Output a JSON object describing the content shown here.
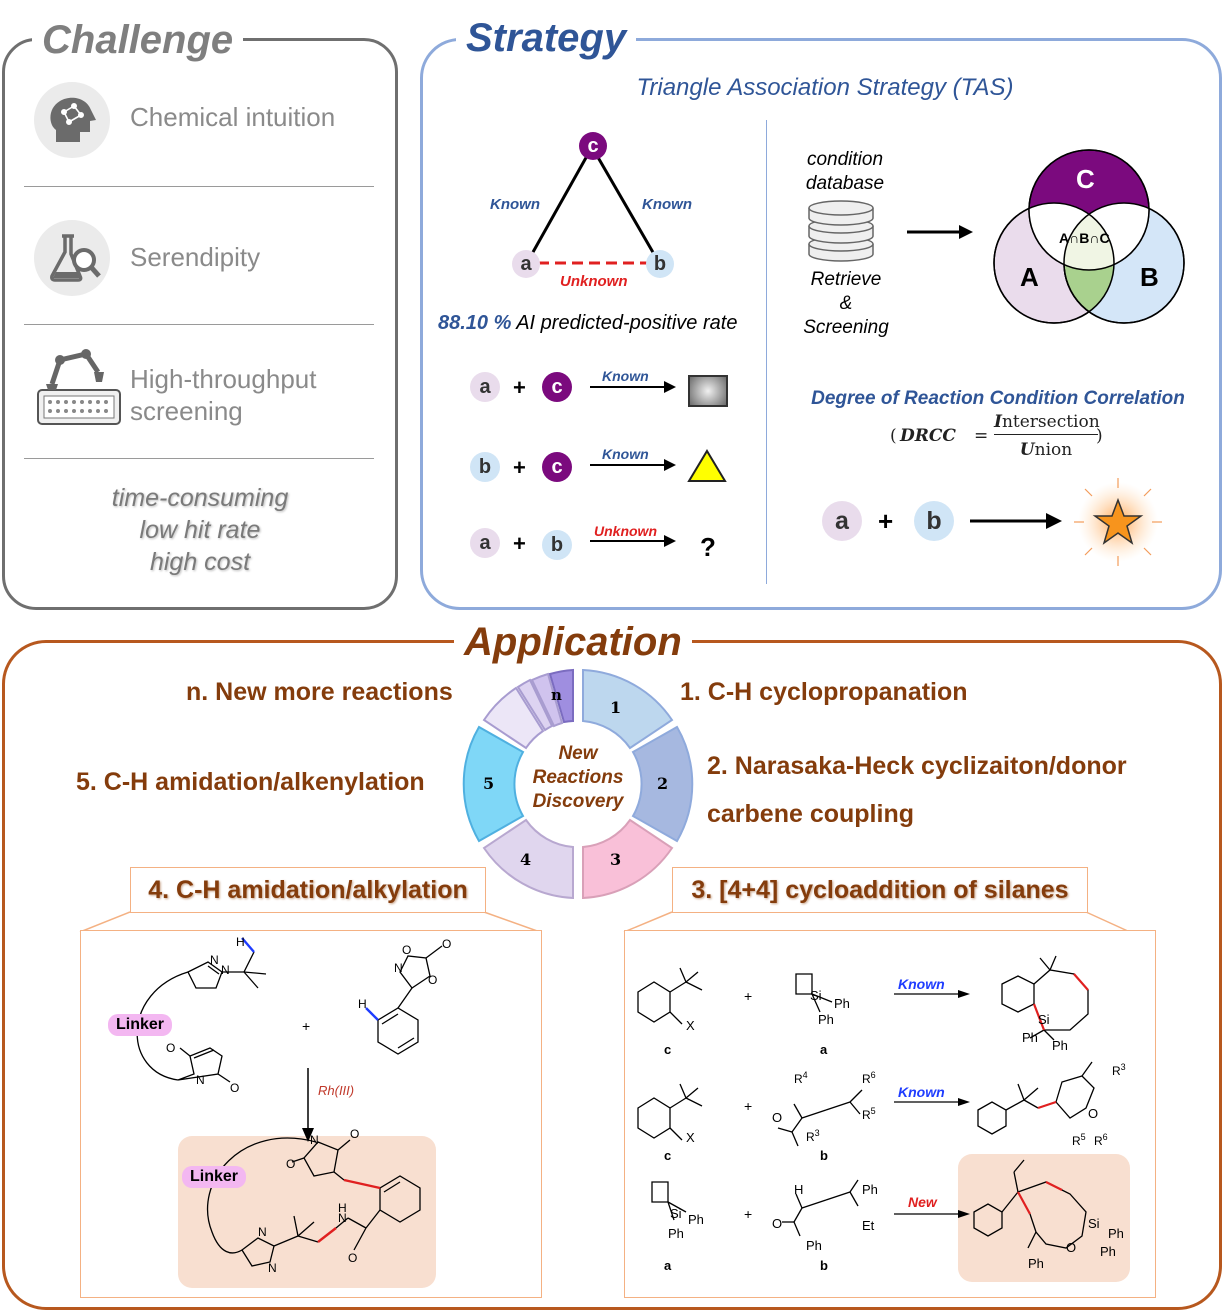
{
  "challenge": {
    "title": "Challenge",
    "items": [
      {
        "label": "Chemical intuition",
        "icon": "brain-icon"
      },
      {
        "label": "Serendipity",
        "icon": "flask-magnifier-icon"
      },
      {
        "label_line1": "High-throughput",
        "label_line2": "screening",
        "icon": "robot-arm-icon"
      }
    ],
    "summary": [
      "time-consuming",
      "low hit rate",
      "high cost"
    ]
  },
  "strategy": {
    "title": "Strategy",
    "subtitle": "Triangle Association Strategy (TAS)",
    "triangle": {
      "node_c": "c",
      "node_a": "a",
      "node_b": "b",
      "known_left": "Known",
      "known_right": "Known",
      "unknown": "Unknown"
    },
    "rate_value": "88.10 %",
    "rate_label": "AI predicted-positive rate",
    "reactions": [
      {
        "r1": "a",
        "r2": "c",
        "arrow": "Known",
        "product_shape": "gray-square"
      },
      {
        "r1": "b",
        "r2": "c",
        "arrow": "Known",
        "product_shape": "yellow-triangle"
      },
      {
        "r1": "a",
        "r2": "b",
        "arrow": "Unknown",
        "product": "?"
      }
    ],
    "database": {
      "line1": "condition",
      "line2": "database",
      "line3": "Retrieve",
      "line4": "&",
      "line5": "Screening"
    },
    "venn": {
      "c": "C",
      "a": "A",
      "b": "B",
      "intersection": "A∩B∩C"
    },
    "drcc_title": "Degree of Reaction Condition Correlation",
    "drcc_formula": {
      "open": "(",
      "lhs": "DRCC",
      "eq": "=",
      "num_bold": "I",
      "num_rest": "ntersection",
      "den_bold": "U",
      "den_rest": "nion",
      "close": ")"
    },
    "final": {
      "r1": "a",
      "plus": "+",
      "r2": "b"
    },
    "plus": "+",
    "colors": {
      "a": "#e9dcec",
      "b": "#d0e5f6",
      "c": "#7b0a7e"
    }
  },
  "application": {
    "title": "Application",
    "wheel_center": [
      "New",
      "Reactions",
      "Discovery"
    ],
    "segments": [
      "1",
      "2",
      "3",
      "4",
      "5",
      "n"
    ],
    "reactions": {
      "r1": "1. C-H cyclopropanation",
      "r2_line1": "2. Narasaka-Heck cyclizaiton/donor",
      "r2_line2": "carbene coupling",
      "r3": "3. [4+4] cycloaddition of silanes",
      "r4": "4. C-H amidation/alkylation",
      "r5": "5. C-H amidation/alkenylation",
      "rn": "n. New more reactions"
    },
    "left_scheme": {
      "linker": "Linker",
      "plus": "+",
      "catalyst": "Rh(III)",
      "H": "H",
      "N": "N",
      "O": "O"
    },
    "right_scheme": {
      "plus": "+",
      "row1": {
        "label_left": "c",
        "label_mid": "a",
        "arrow": "Known"
      },
      "row2": {
        "label_left": "c",
        "label_mid": "b",
        "arrow": "Known"
      },
      "row3": {
        "label_left": "a",
        "label_mid": "b",
        "arrow": "New"
      },
      "atoms": {
        "X": "X",
        "Si": "Si",
        "Ph": "Ph",
        "O": "O",
        "H": "H",
        "Et": "Et",
        "R3": "R",
        "R4": "R",
        "R5": "R",
        "R6": "R",
        "s3": "3",
        "s4": "4",
        "s5": "5",
        "s6": "6"
      }
    }
  }
}
